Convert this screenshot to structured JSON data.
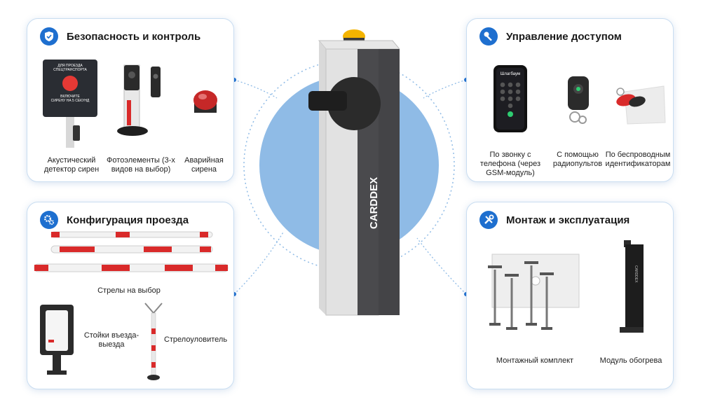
{
  "colors": {
    "accent": "#1e6fcf",
    "panel_border": "#c9ddf1",
    "circle": "#8fbbe6",
    "boom_red": "#d92a2a"
  },
  "brand": "CARDDEX",
  "security": {
    "title": "Безопасность и контроль",
    "icon": "shield-check-icon",
    "sign_lines": [
      "ДЛЯ ПРОЕЗДА",
      "СПЕЦТРАНСПОРТА",
      "ВКЛЮЧИТЕ",
      "СИРЕНУ НА 5 СЕКУНД"
    ],
    "items": [
      {
        "label": "Акустический детектор сирен"
      },
      {
        "label": "Фотоэлементы (3-х видов на выбор)"
      },
      {
        "label": "Аварийная сирена"
      }
    ]
  },
  "access": {
    "title": "Управление доступом",
    "icon": "key-icon",
    "phone_screen_text": "Шлагбаум",
    "items": [
      {
        "label": "По звонку с телефона (через GSM-модуль)"
      },
      {
        "label": "С помощью радиопультов"
      },
      {
        "label": "По беспроводным идентификаторам"
      }
    ]
  },
  "config": {
    "title": "Конфигурация проезда",
    "icon": "gears-icon",
    "booms_label": "Стрелы на выбор",
    "posts_label": "Стойки въезда-выезда",
    "catcher_label": "Стрелоуловитель"
  },
  "mounting": {
    "title": "Монтаж и эксплуатация",
    "icon": "tools-icon",
    "items": [
      {
        "label": "Монтажный комплект"
      },
      {
        "label": "Модуль обогрева"
      }
    ]
  }
}
